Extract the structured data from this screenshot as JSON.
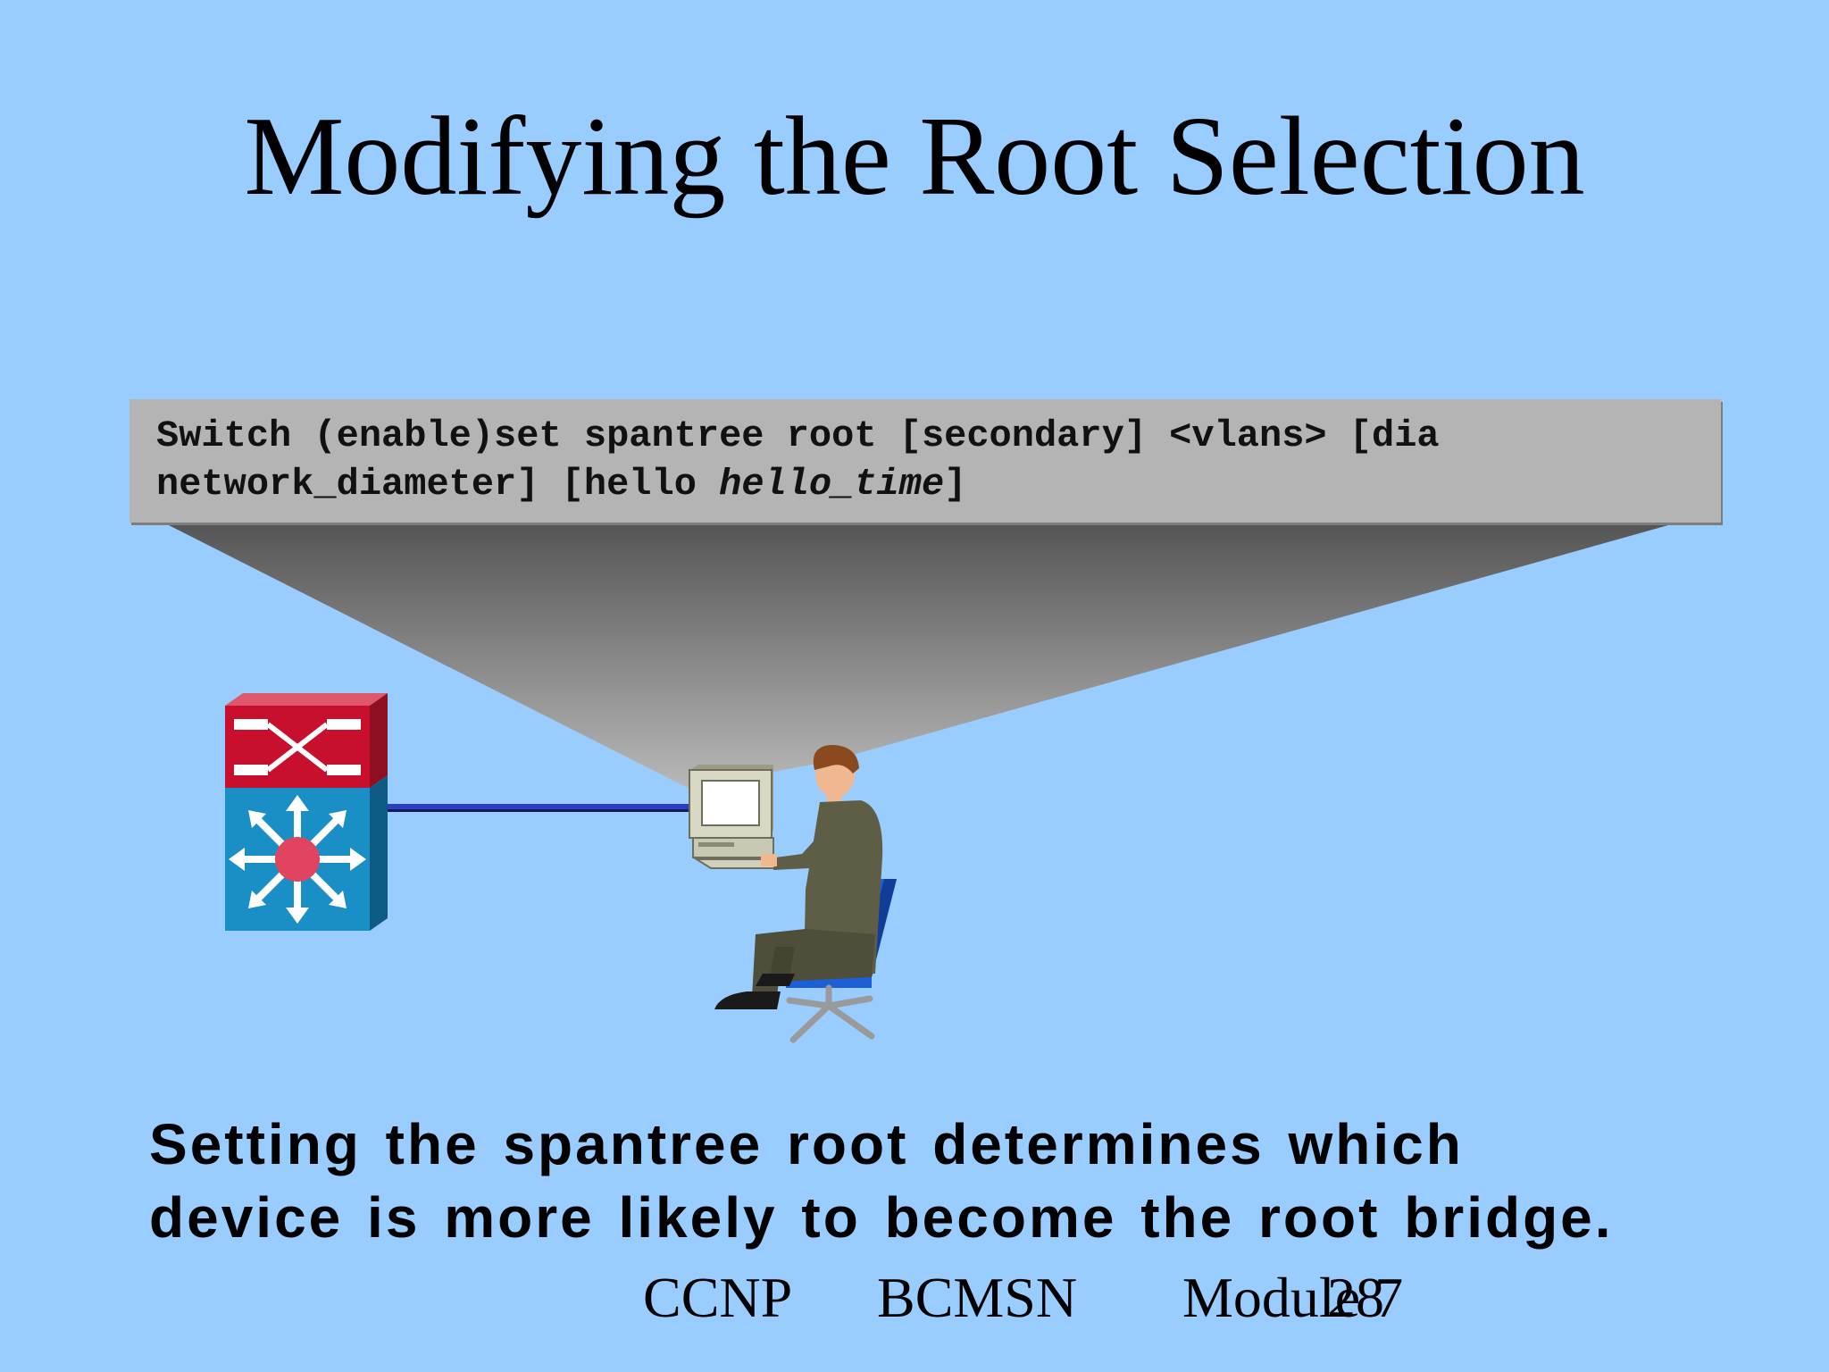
{
  "slide": {
    "title": "Modifying the Root Selection",
    "command": {
      "line1": "Switch (enable)set spantree root [secondary] <vlans> [dia",
      "line2_prefix": "network_diameter] [hello ",
      "line2_italic": "hello_time",
      "line2_suffix": "]"
    },
    "caption": {
      "line1": "Setting the spantree root determines which",
      "line2": "device is more likely to become the root bridge."
    },
    "footer": {
      "course": "CCNP",
      "module_name": "BCMSN",
      "module_label": "Module 7",
      "page_number": "28"
    },
    "icons": [
      "multilayer-switch-icon",
      "workstation-icon",
      "user-icon",
      "office-chair-icon"
    ],
    "colors": {
      "background": "#99ccff",
      "command_box": "#b4b4b4",
      "switch_top": "#c8102e",
      "switch_body": "#1a8fc6",
      "link": "#2b3fbf"
    }
  }
}
